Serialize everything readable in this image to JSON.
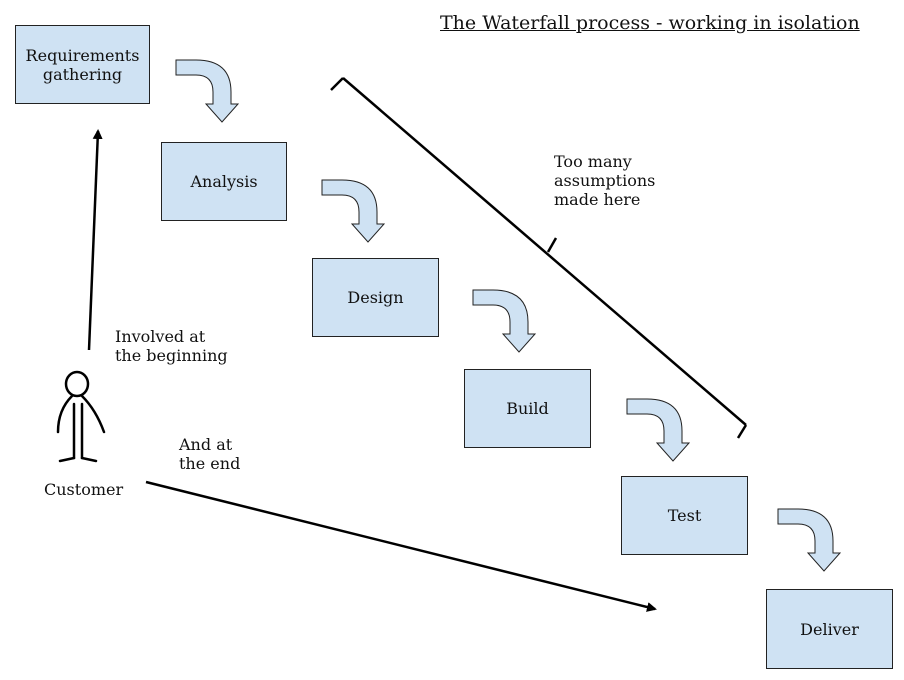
{
  "title": "The Waterfall process - working in isolation",
  "steps": [
    {
      "label": "Requirements\ngathering"
    },
    {
      "label": "Analysis"
    },
    {
      "label": "Design"
    },
    {
      "label": "Build"
    },
    {
      "label": "Test"
    },
    {
      "label": "Deliver"
    }
  ],
  "notes": {
    "assumptions": "Too many\nassumptions\nmade here",
    "involved_beginning": "Involved at\nthe beginning",
    "and_end": "And at\nthe end",
    "customer": "Customer"
  },
  "colors": {
    "box_fill": "#cfe2f3",
    "arrow_fill": "#cfe2f3",
    "line": "#000000"
  }
}
